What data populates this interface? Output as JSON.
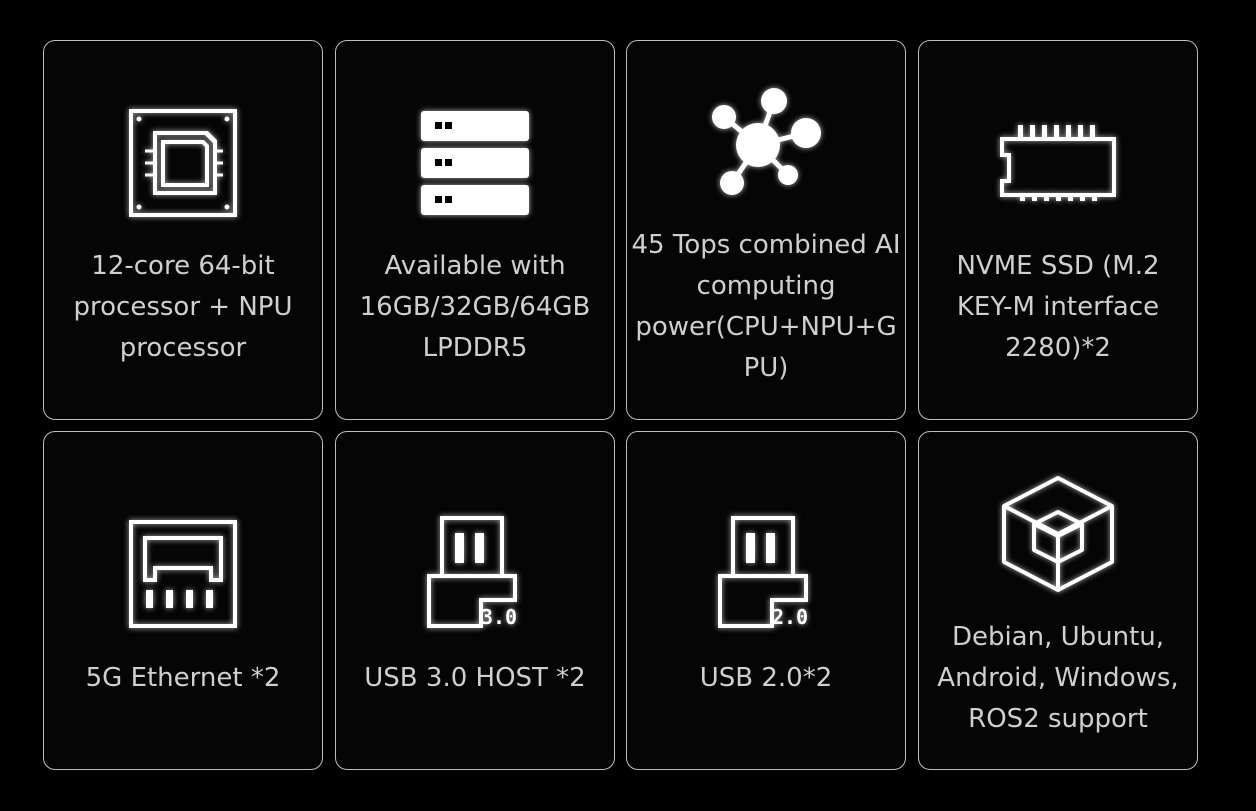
{
  "features": [
    {
      "label": "12-core 64-bit\nprocessor + NPU\nprocessor",
      "icon": "processor-chip-icon"
    },
    {
      "label": "Available with\n16GB/32GB/64GB\nLPDDR5",
      "icon": "memory-server-icon"
    },
    {
      "label": "45 Tops combined AI\ncomputing\npower(CPU+NPU+G\nPU)",
      "icon": "ai-network-icon"
    },
    {
      "label": "NVME SSD (M.2\nKEY-M interface\n2280)*2",
      "icon": "ssd-module-icon"
    },
    {
      "label": "5G Ethernet *2",
      "icon": "ethernet-port-icon"
    },
    {
      "label": "USB 3.0 HOST *2",
      "icon": "usb-3-icon",
      "icon_text": "3.0"
    },
    {
      "label": "USB 2.0*2",
      "icon": "usb-2-icon",
      "icon_text": "2.0"
    },
    {
      "label": "Debian, Ubuntu,\nAndroid, Windows,\nROS2 support",
      "icon": "os-cube-icon"
    }
  ],
  "colors": {
    "background": "#000000",
    "border": "#bdbdbd",
    "text": "#cfcfcf",
    "icon": "#ffffff"
  }
}
